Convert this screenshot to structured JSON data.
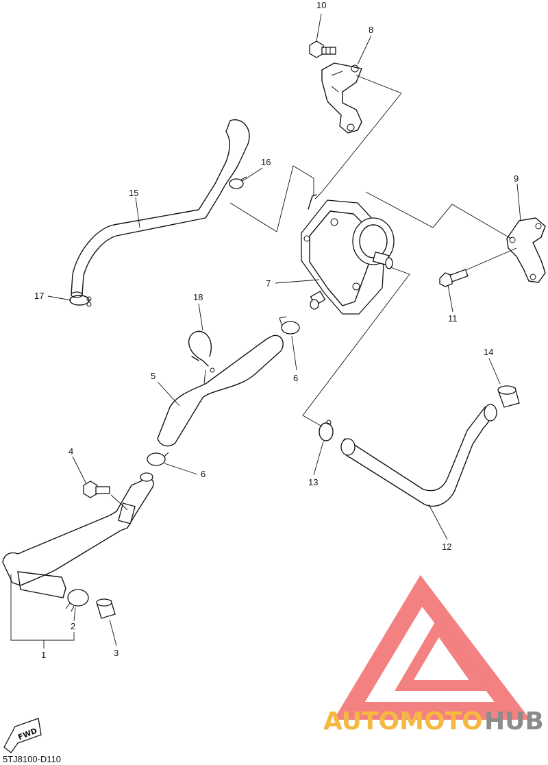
{
  "callouts": {
    "c1": "1",
    "c2": "2",
    "c3": "3",
    "c4": "4",
    "c5": "5",
    "c6a": "6",
    "c6b": "6",
    "c7": "7",
    "c8": "8",
    "c9": "9",
    "c10": "10",
    "c11": "11",
    "c12": "12",
    "c13": "13",
    "c14": "14",
    "c15": "15",
    "c16": "16",
    "c17": "17",
    "c18": "18"
  },
  "diagram_code": "5TJ8100-D110",
  "fwd_label": "FWD",
  "watermark": {
    "text_a": "AUTOMOTO",
    "text_b": "HUB",
    "color_logo": "#f26c6c",
    "color_a": "#f5b840",
    "color_b": "#8c8c8c"
  }
}
